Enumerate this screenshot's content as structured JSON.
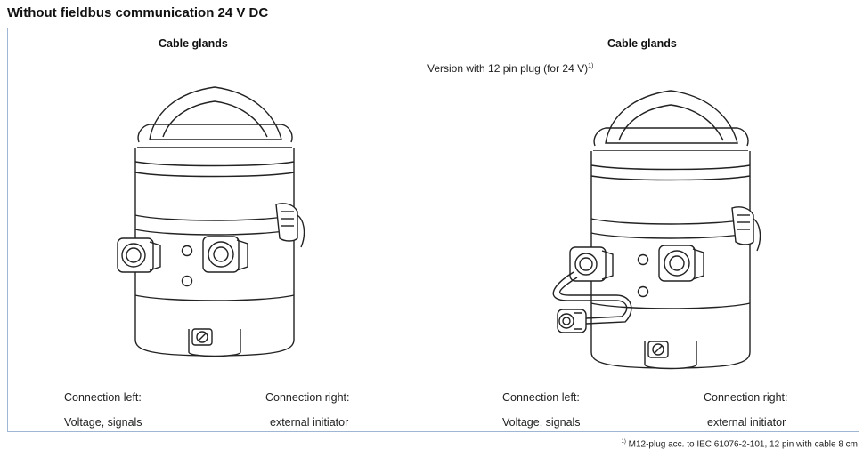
{
  "page_title": "Without fieldbus communication 24 V DC",
  "left_panel": {
    "subtitle": "Cable glands",
    "connection_left_title": "Connection left:",
    "connection_left_detail": "Voltage, signals",
    "connection_right_title": "Connection right:",
    "connection_right_detail": "external initiator"
  },
  "right_panel": {
    "subtitle": "Cable glands",
    "version_note": "Version with 12 pin plug (for 24 V)",
    "version_note_ref": "1)",
    "connection_left_title": "Connection left:",
    "connection_left_detail": "Voltage, signals",
    "connection_right_title": "Connection right:",
    "connection_right_detail": "external initiator"
  },
  "footnote": {
    "ref": "1)",
    "text": "M12-plug acc. to IEC 61076-2-101, 12 pin with cable 8 cm"
  },
  "colors": {
    "frame_border": "#9fb7d2",
    "drawing_stroke": "#222222"
  }
}
